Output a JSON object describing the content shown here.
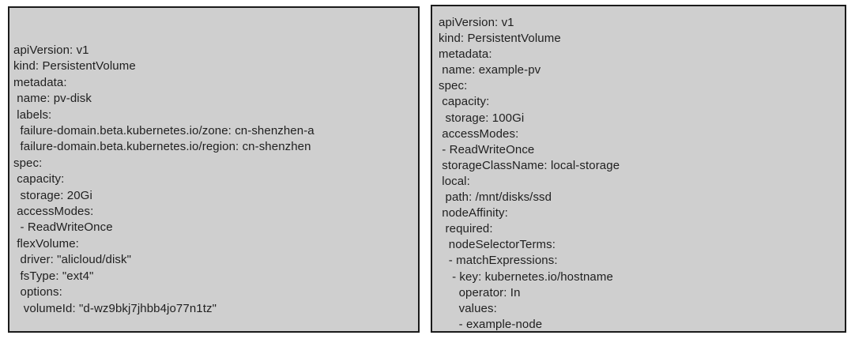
{
  "page": {
    "background_color": "#ffffff",
    "panel_background_color": "#cfcfcf",
    "panel_border_color": "#1b1b1b",
    "text_color": "#1f1f1f"
  },
  "panels": [
    {
      "id": "pv-disk-flexvolume-yaml",
      "description": "PersistentVolume manifest using alicloud flexVolume disk driver",
      "lines": [
        "apiVersion: v1",
        "kind: PersistentVolume",
        "metadata:",
        " name: pv-disk",
        " labels:",
        "  failure-domain.beta.kubernetes.io/zone: cn-shenzhen-a",
        "  failure-domain.beta.kubernetes.io/region: cn-shenzhen",
        "spec:",
        " capacity:",
        "  storage: 20Gi",
        " accessModes:",
        "  - ReadWriteOnce",
        " flexVolume:",
        "  driver: \"alicloud/disk\"",
        "  fsType: \"ext4\"",
        "  options:",
        "   volumeId: \"d-wz9bkj7jhbb4jo77n1tz\""
      ]
    },
    {
      "id": "example-pv-local-yaml",
      "description": "PersistentVolume manifest using local storage with node affinity",
      "lines": [
        "apiVersion: v1",
        "kind: PersistentVolume",
        "metadata:",
        " name: example-pv",
        "spec:",
        " capacity:",
        "  storage: 100Gi",
        " accessModes:",
        " - ReadWriteOnce",
        " storageClassName: local-storage",
        " local:",
        "  path: /mnt/disks/ssd",
        " nodeAffinity:",
        "  required:",
        "   nodeSelectorTerms:",
        "   - matchExpressions:",
        "    - key: kubernetes.io/hostname",
        "      operator: In",
        "      values:",
        "      - example-node"
      ]
    }
  ]
}
